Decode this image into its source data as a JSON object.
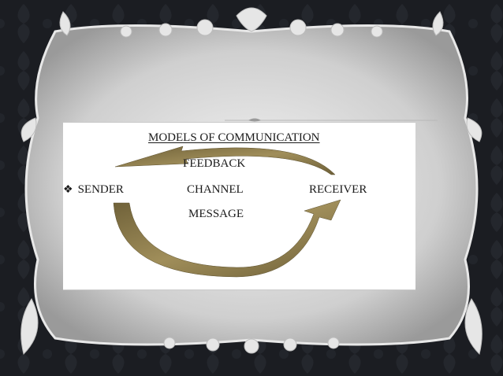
{
  "slide": {
    "title": "MODELS OF COMMUNICATION",
    "feedback": "FEEDBACK",
    "sender": "SENDER",
    "channel": "CHANNEL",
    "receiver": "RECEIVER",
    "message": "MESSAGE"
  },
  "colors": {
    "background": "#1b1d22",
    "frame": "#dcdcdc",
    "arrow": "#8a7a4a"
  },
  "icons": {
    "bullet": "diamond-bullet-icon"
  }
}
